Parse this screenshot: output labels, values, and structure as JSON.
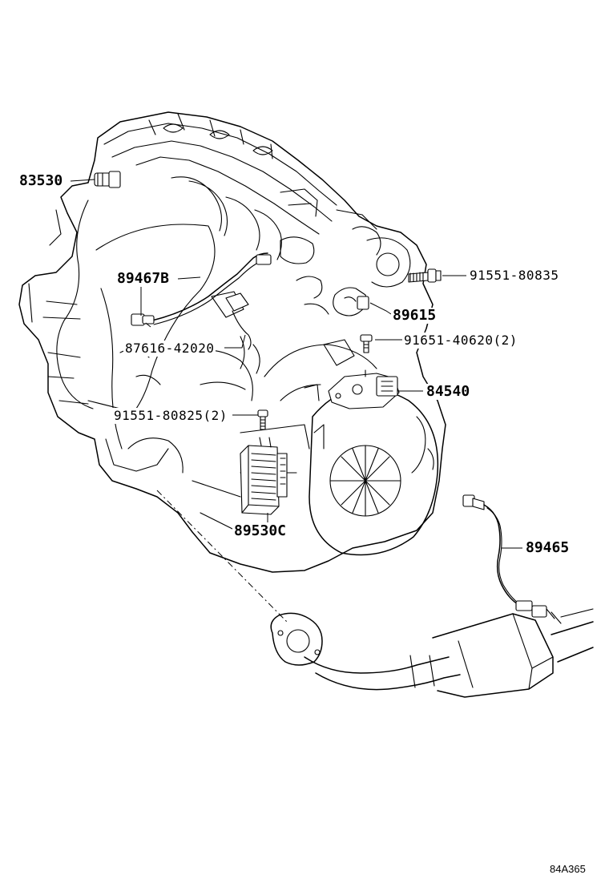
{
  "diagram_id": "84A365",
  "parts": {
    "p83530": "83530",
    "p89467b": "89467B",
    "p87616": "87616-42020",
    "p91551_80835": "91551-80835",
    "p89615": "89615",
    "p91651": "91651-40620(2)",
    "p84540": "84540",
    "p91551_80825": "91551-80825(2)",
    "p89530c": "89530C",
    "p89465": "89465"
  }
}
